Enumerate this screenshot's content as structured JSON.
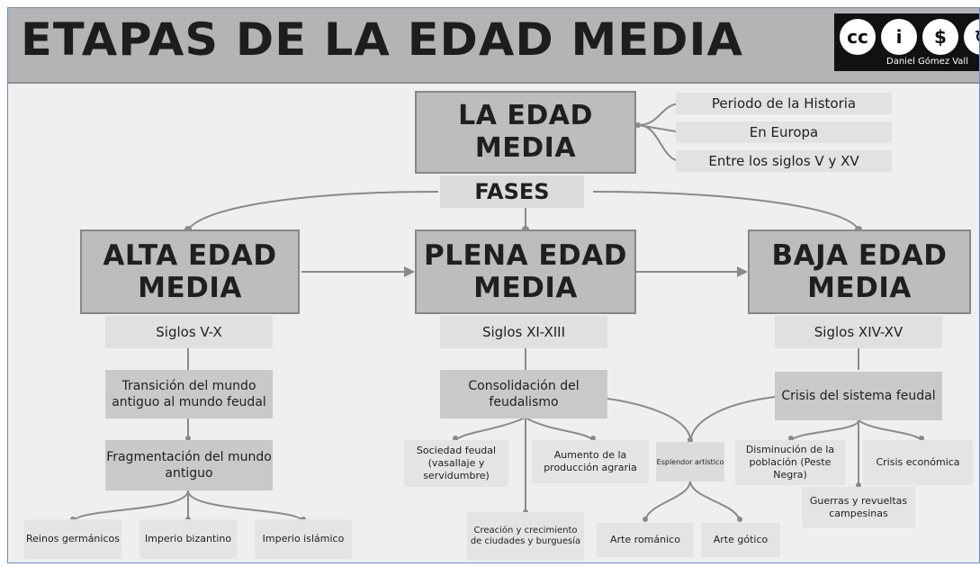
{
  "header": {
    "title": "ETAPAS DE LA EDAD MEDIA",
    "license_author": "Daniel Gómez Vall"
  },
  "diagram": {
    "root": {
      "title": "LA EDAD MEDIA",
      "facts": [
        "Periodo de la Historia",
        "En Europa",
        "Entre los siglos V y XV"
      ],
      "fases_label": "FASES"
    },
    "alta": {
      "title": "ALTA EDAD MEDIA",
      "siglos": "Siglos V-X",
      "transicion": "Transición del mundo antiguo al mundo feudal",
      "fragmentacion": "Fragmentación del mundo antiguo",
      "reinos": [
        "Reinos germánicos",
        "Imperio bizantino",
        "Imperio islámico"
      ]
    },
    "plena": {
      "title": "PLENA EDAD MEDIA",
      "siglos": "Siglos XI-XIII",
      "consolidacion": "Consolidación del feudalismo",
      "sociedad": "Sociedad feudal (vasallaje y servidumbre)",
      "aumento": "Aumento de la producción agraria",
      "creacion": "Creación y crecimiento de ciudades y burguesía",
      "esplendor": "Esplendor artístico",
      "arte_romanico": "Arte románico",
      "arte_gotico": "Arte gótico"
    },
    "baja": {
      "title": "BAJA EDAD MEDIA",
      "siglos": "Siglos XIV-XV",
      "crisis": "Crisis del sistema feudal",
      "disminucion": "Disminución de la población (Peste Negra)",
      "crisis_economica": "Crisis económica",
      "guerras": "Guerras y revueltas campesinas"
    }
  }
}
